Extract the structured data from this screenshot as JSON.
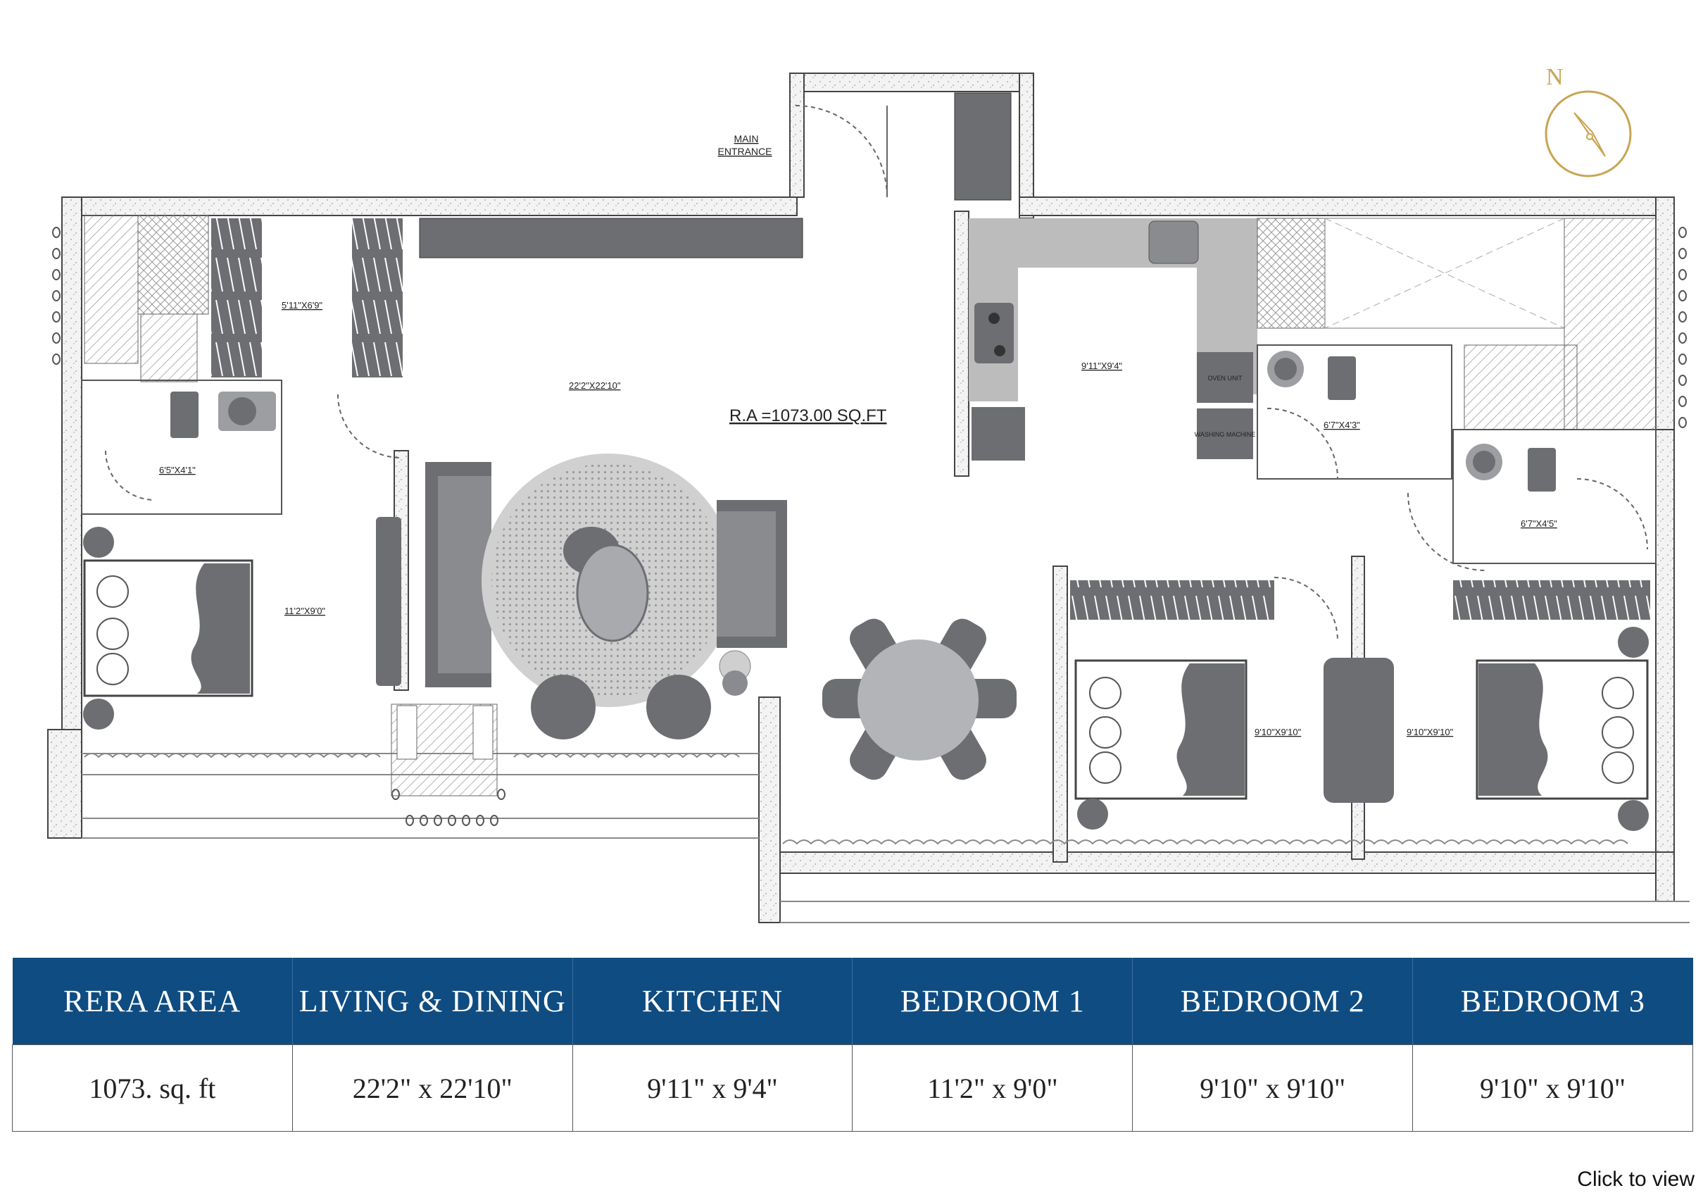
{
  "plan": {
    "main_entrance_line1": "MAIN",
    "main_entrance_line2": "ENTRANCE",
    "rera_label": "R.A =1073.00 SQ.FT",
    "dims": {
      "passage": "5'11\"X6'9\"",
      "living": "22'2\"X22'10\"",
      "toilet_left": "6'5\"X4'1\"",
      "bedroom_left": "11'2\"X9'0\"",
      "kitchen": "9'11\"X9'4\"",
      "toilet_mid": "6'7\"X4'3\"",
      "toilet_right": "6'7\"X4'5\"",
      "bedroom_mid": "9'10\"X9'10\"",
      "bedroom_right": "9'10\"X9'10\""
    },
    "appliance_oven": "OVEN UNIT",
    "appliance_washer": "WASHING MACHINE",
    "compass_letter": "N",
    "colors": {
      "wall": "#cfcfcf",
      "furniture": "#6d6e72",
      "counter": "#bcbcbc",
      "gold": "#c9a452"
    }
  },
  "table": {
    "headers": [
      "RERA AREA",
      "LIVING & DINING",
      "KITCHEN",
      "BEDROOM 1",
      "BEDROOM 2",
      "BEDROOM 3"
    ],
    "values": [
      "1073. sq. ft",
      "22'2\" x 22'10\"",
      "9'11\" x 9'4\"",
      "11'2\" x 9'0\"",
      "9'10\" x 9'10\"",
      "9'10\" x 9'10\""
    ],
    "header_color": "#0f4c81"
  },
  "footer": {
    "click_to_view": "Click to view"
  }
}
